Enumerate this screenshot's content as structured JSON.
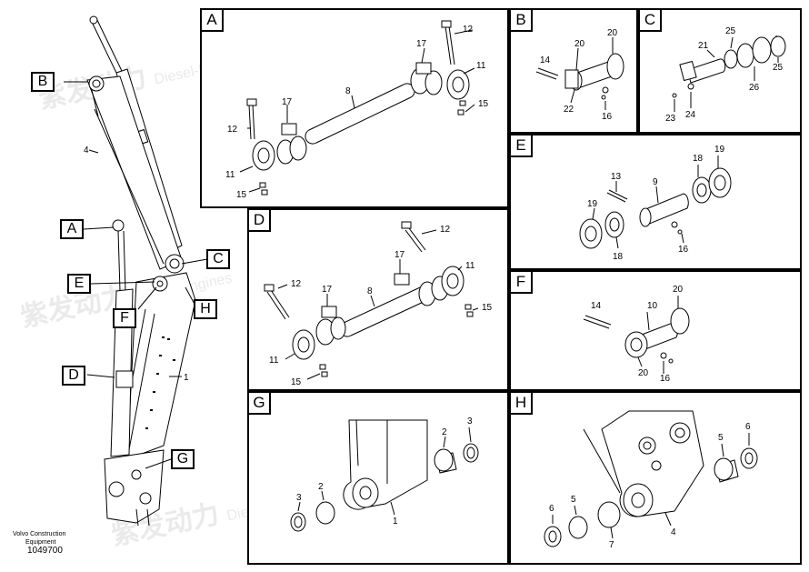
{
  "footer": {
    "line1": "Volvo Construction",
    "line2": "Equipment",
    "part_number": "1049700"
  },
  "watermark": {
    "brand": "紫发动力",
    "sub": "Diesel-Engines"
  },
  "overview": {
    "callouts": [
      "B",
      "A",
      "E",
      "F",
      "D",
      "C",
      "H",
      "G"
    ],
    "part_labels": [
      "4",
      "1"
    ]
  },
  "panels": {
    "A": {
      "label": "A",
      "numbers": [
        "12",
        "17",
        "11",
        "8",
        "15",
        "12",
        "17",
        "11",
        "15"
      ]
    },
    "B": {
      "label": "B",
      "numbers": [
        "20",
        "20",
        "14",
        "22",
        "16"
      ]
    },
    "C": {
      "label": "C",
      "numbers": [
        "25",
        "21",
        "25",
        "26",
        "23",
        "24"
      ]
    },
    "D": {
      "label": "D",
      "numbers": [
        "12",
        "17",
        "11",
        "8",
        "12",
        "17",
        "15",
        "11",
        "15"
      ]
    },
    "E": {
      "label": "E",
      "numbers": [
        "13",
        "9",
        "18",
        "19",
        "19",
        "18",
        "16"
      ]
    },
    "F": {
      "label": "F",
      "numbers": [
        "14",
        "10",
        "20",
        "20",
        "16"
      ]
    },
    "G": {
      "label": "G",
      "numbers": [
        "2",
        "3",
        "2",
        "3",
        "1"
      ]
    },
    "H": {
      "label": "H",
      "numbers": [
        "5",
        "6",
        "6",
        "5",
        "7",
        "4"
      ]
    }
  },
  "colors": {
    "line": "#000000",
    "background": "#ffffff",
    "watermark": "#b4b4b4"
  }
}
